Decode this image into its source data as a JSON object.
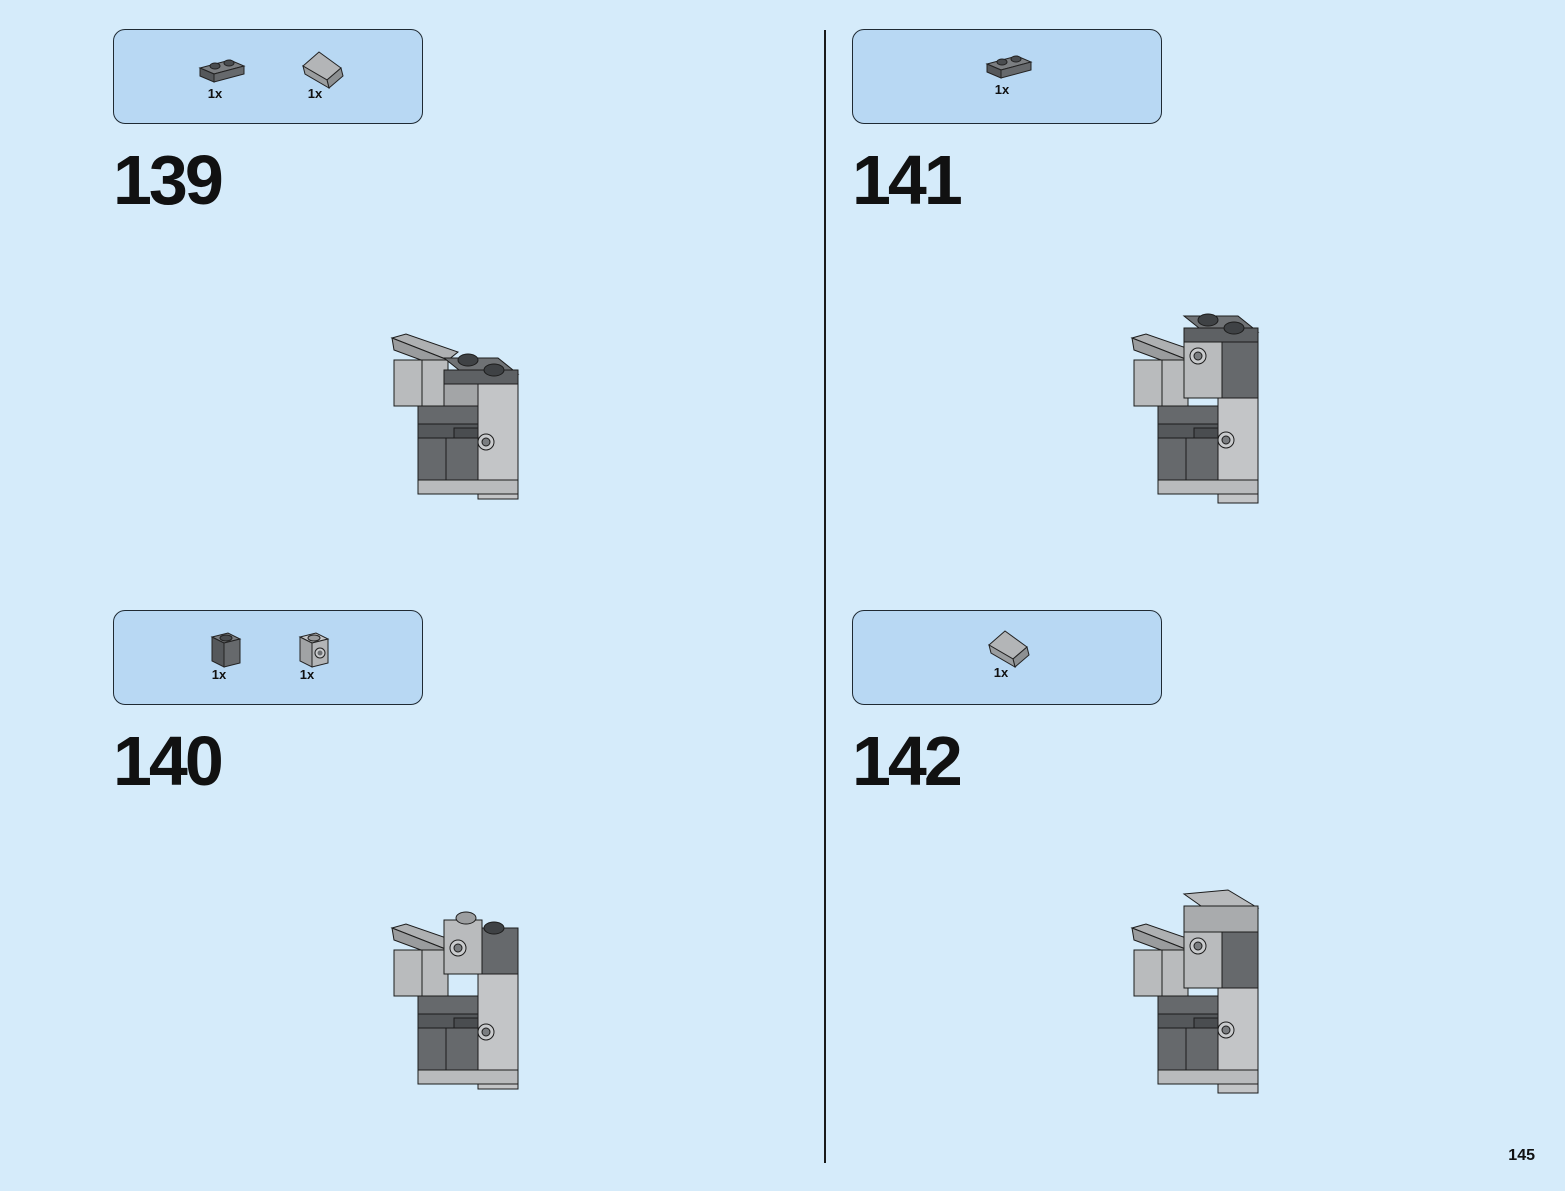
{
  "page_number": "145",
  "steps": [
    {
      "number": "139",
      "parts": [
        {
          "icon": "dark-gray-plate-1x2-icon",
          "qty": "1x"
        },
        {
          "icon": "light-gray-slope-icon",
          "qty": "1x"
        }
      ]
    },
    {
      "number": "140",
      "parts": [
        {
          "icon": "dark-gray-brick-1x1-icon",
          "qty": "1x"
        },
        {
          "icon": "light-gray-brick-1x1-stud-side-icon",
          "qty": "1x"
        }
      ]
    },
    {
      "number": "141",
      "parts": [
        {
          "icon": "dark-gray-plate-1x2-icon",
          "qty": "1x"
        }
      ]
    },
    {
      "number": "142",
      "parts": [
        {
          "icon": "light-gray-slope-icon",
          "qty": "1x"
        }
      ]
    }
  ],
  "colors": {
    "page_background": "#d5ebfa",
    "parts_box": "#b8d8f3",
    "dark_gray_brick": "#6a6d70",
    "light_gray_brick": "#a9abad"
  }
}
